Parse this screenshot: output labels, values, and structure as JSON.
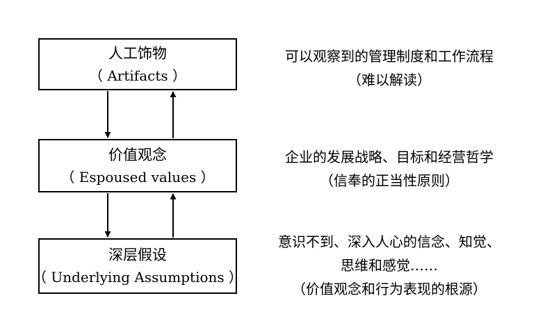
{
  "layers": [
    {
      "title": "人工饰物",
      "subtitle": "（ Artifacts ）",
      "description": [
        "可以观察到的管理制度和工作流程",
        "（难以解读）"
      ]
    },
    {
      "title": "价值观念",
      "subtitle": "（ Espoused values ）",
      "description": [
        "企业的发展战略、目标和经营哲学",
        "（信奉的正当性原则）"
      ]
    },
    {
      "title": "深层假设",
      "subtitle": "（ Underlying Assumptions ）",
      "description": [
        "意识不到、深入人心的信念、知觉、",
        "思维和感觉……",
        "（价值观念和行为表现的根源）"
      ]
    }
  ]
}
